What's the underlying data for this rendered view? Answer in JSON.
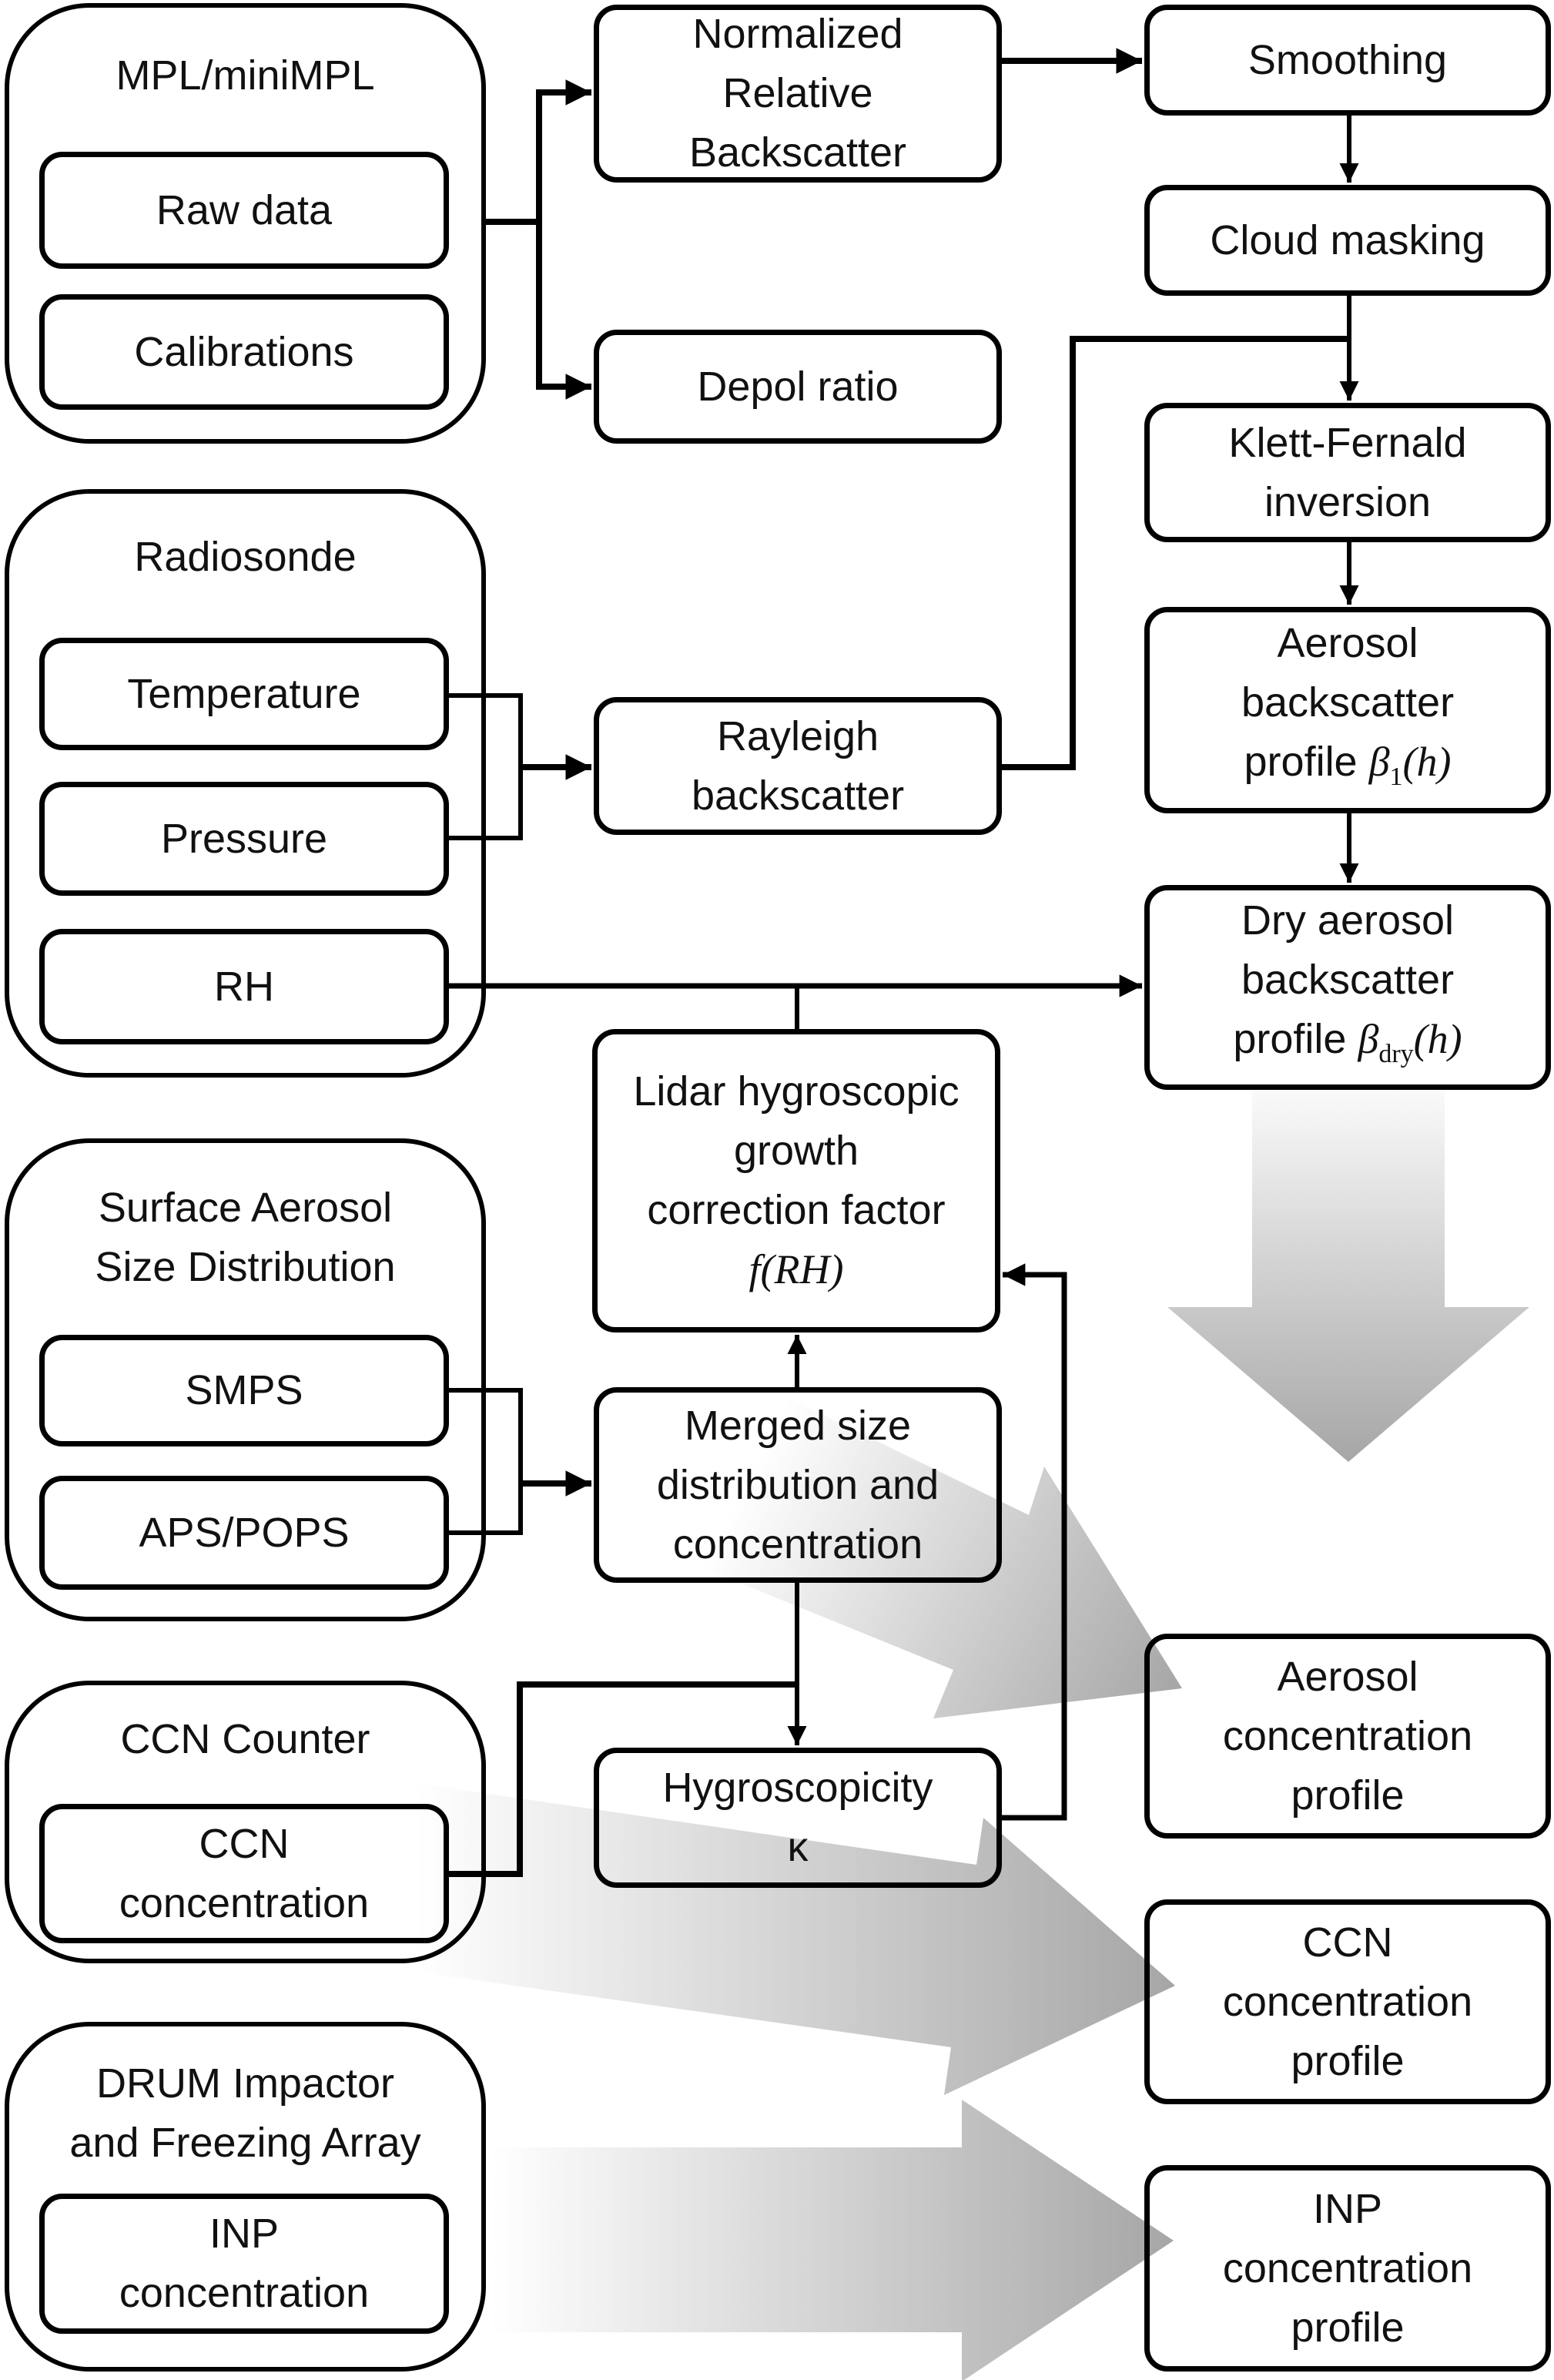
{
  "title": "Lidar and surface aerosol data processing flowchart",
  "colors": {
    "line": "#000000",
    "arrow_gradient_start": "#fafafa",
    "arrow_gradient_end": "#a6a6a6"
  },
  "instruments": {
    "mpl": {
      "title": "MPL/miniMPL",
      "items": [
        "Raw data",
        "Calibrations"
      ]
    },
    "radiosonde": {
      "title": "Radiosonde",
      "items": [
        "Temperature",
        "Pressure",
        "RH"
      ]
    },
    "surface": {
      "title_line1": "Surface Aerosol",
      "title_line2": "Size Distribution",
      "items": [
        "SMPS",
        "APS/POPS"
      ]
    },
    "ccn": {
      "title": "CCN Counter",
      "item_line1": "CCN",
      "item_line2": "concentration"
    },
    "drum": {
      "title_line1": "DRUM Impactor",
      "title_line2": "and Freezing Array",
      "item_line1": "INP",
      "item_line2": "concentration"
    }
  },
  "processing": {
    "normalized": [
      "Normalized",
      "Relative",
      "Backscatter"
    ],
    "depol": "Depol ratio",
    "smoothing": "Smoothing",
    "cloud_masking": "Cloud masking",
    "klett": [
      "Klett-Fernald",
      "inversion"
    ],
    "aerosol_backscatter": {
      "lines": [
        "Aerosol",
        "backscatter"
      ],
      "prefix": "profile ",
      "symbol": "β",
      "sub": "1",
      "arg": "(h)"
    },
    "dry_backscatter": {
      "lines": [
        "Dry aerosol",
        "backscatter"
      ],
      "prefix": "profile ",
      "symbol": "β",
      "sub": "dry",
      "arg": "(h)"
    },
    "rayleigh": [
      "Rayleigh",
      "backscatter"
    ],
    "lidar_growth": {
      "lines": [
        "Lidar hygroscopic",
        "growth",
        "correction factor"
      ],
      "formula": "f(RH)"
    },
    "merged": [
      "Merged size",
      "distribution and",
      "concentration"
    ],
    "hygroscopicity": {
      "label": "Hygroscopicity",
      "symbol": "κ"
    }
  },
  "outputs": {
    "aerosol": [
      "Aerosol",
      "concentration",
      "profile"
    ],
    "ccn": [
      "CCN",
      "concentration",
      "profile"
    ],
    "inp": [
      "INP",
      "concentration",
      "profile"
    ]
  }
}
